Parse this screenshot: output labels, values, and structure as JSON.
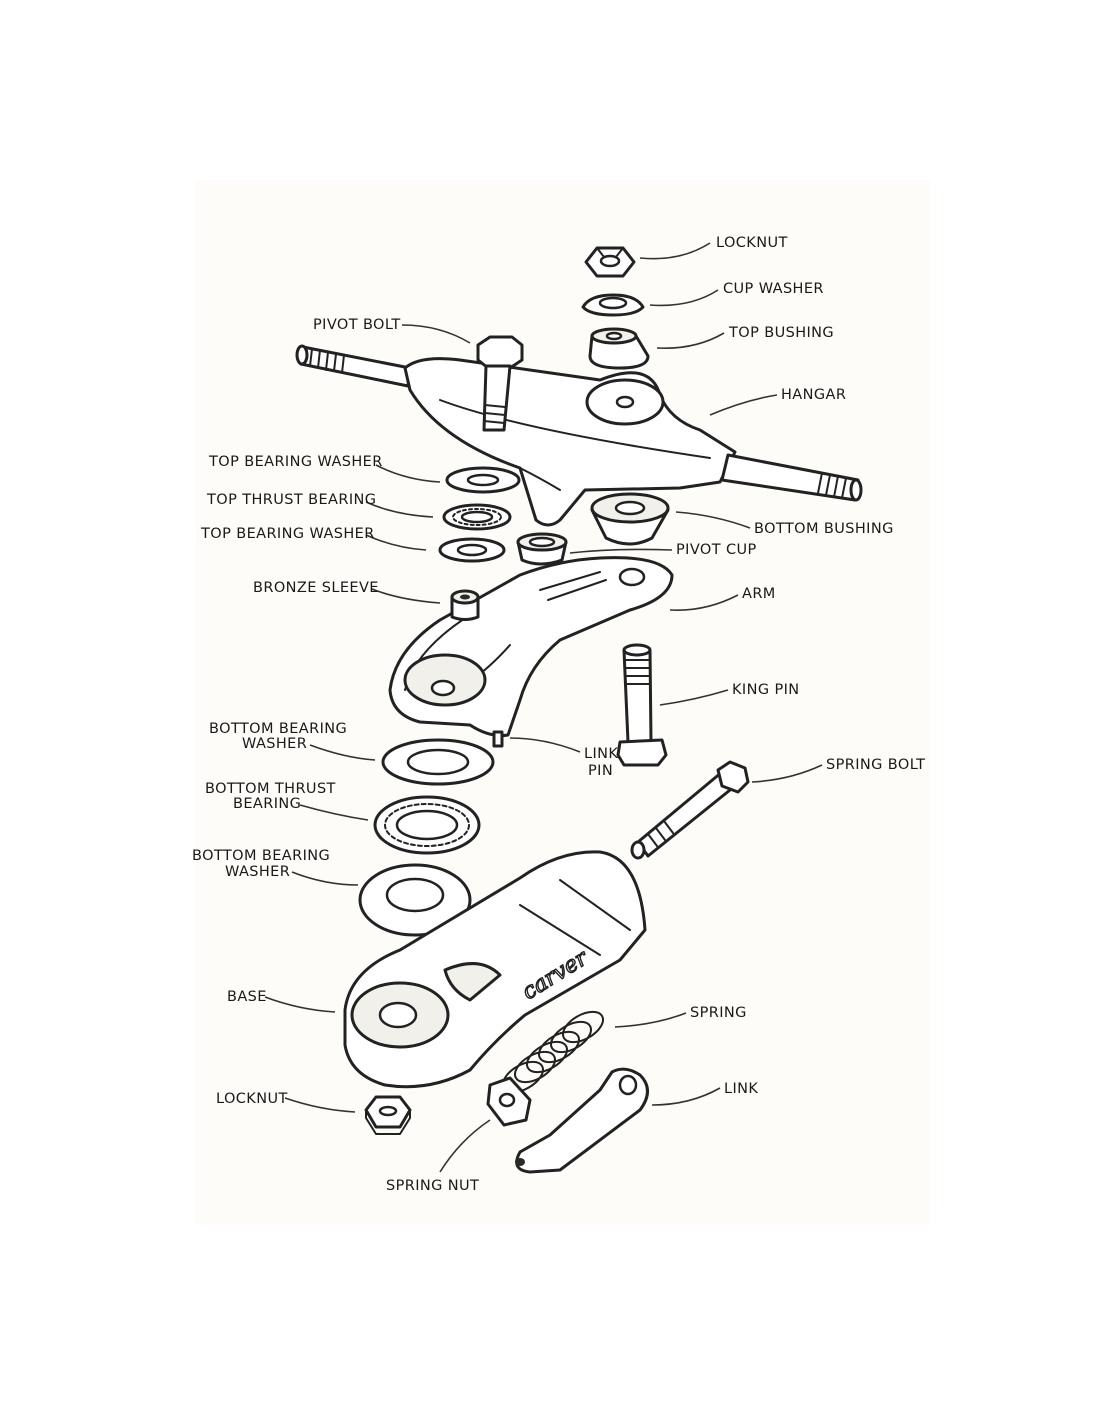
{
  "labels": {
    "locknut_top": "LOCKNUT",
    "cup_washer": "CUP WASHER",
    "top_bushing": "TOP BUSHING",
    "pivot_bolt": "PIVOT BOLT",
    "hangar": "HANGAR",
    "top_bearing_washer_1": "TOP BEARING WASHER",
    "top_thrust_bearing": "TOP THRUST BEARING",
    "top_bearing_washer_2": "TOP BEARING WASHER",
    "bottom_bushing": "BOTTOM BUSHING",
    "pivot_cup": "PIVOT CUP",
    "bronze_sleeve": "BRONZE SLEEVE",
    "arm": "ARM",
    "king_pin": "KING PIN",
    "bottom_bearing_washer_1": [
      "BOTTOM BEARING",
      "WASHER"
    ],
    "link_pin": [
      "LINK",
      "PIN"
    ],
    "spring_bolt": "SPRING BOLT",
    "bottom_thrust_bearing": [
      "BOTTOM THRUST",
      "BEARING"
    ],
    "bottom_bearing_washer_2": [
      "BOTTOM BEARING",
      "WASHER"
    ],
    "base": "BASE",
    "spring": "SPRING",
    "locknut_bottom": "LOCKNUT",
    "link": "LINK",
    "spring_nut": "SPRING NUT"
  },
  "brand_mark": "carver",
  "colors": {
    "ink": "#222222",
    "paper": "#fdfcf8"
  }
}
